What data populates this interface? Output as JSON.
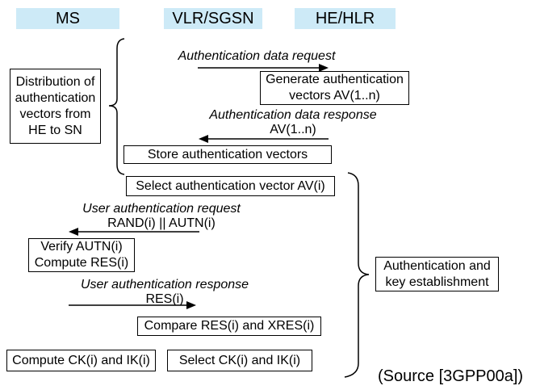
{
  "entities": {
    "ms": "MS",
    "vlr_sgsn": "VLR/SGSN",
    "he_hlr": "HE/HLR"
  },
  "messages": {
    "auth_data_request": {
      "label": "Authentication data request"
    },
    "auth_data_response": {
      "label": "Authentication data response",
      "param": "AV(1..n)"
    },
    "user_auth_request": {
      "label": "User authentication request",
      "param": "RAND(i) || AUTN(i)"
    },
    "user_auth_response": {
      "label": "User authentication response",
      "param": "RES(i)"
    }
  },
  "process_boxes": {
    "distribution": {
      "lines": [
        "Distribution of",
        "authentication",
        "vectors from",
        "HE to SN"
      ]
    },
    "generate": {
      "lines": [
        "Generate authentication",
        "vectors AV(1..n)"
      ]
    },
    "store": {
      "lines": [
        "Store authentication vectors"
      ]
    },
    "select_vector": {
      "lines": [
        "Select authentication vector AV(i)"
      ]
    },
    "verify": {
      "lines": [
        "Verify AUTN(i)",
        "Compute RES(i)"
      ]
    },
    "compare": {
      "lines": [
        "Compare RES(i) and XRES(i)"
      ]
    },
    "compute_ck": {
      "lines": [
        "Compute CK(i) and IK(i)"
      ]
    },
    "select_ck": {
      "lines": [
        "Select CK(i) and IK(i)"
      ]
    },
    "auth_key_establishment": {
      "lines": [
        "Authentication and",
        "key establishment"
      ]
    }
  },
  "annotations": {
    "source": "(Source [3GPP00a])"
  },
  "colors": {
    "entity_fill": "#cdeaf7",
    "line": "#000000",
    "background": "#ffffff"
  }
}
